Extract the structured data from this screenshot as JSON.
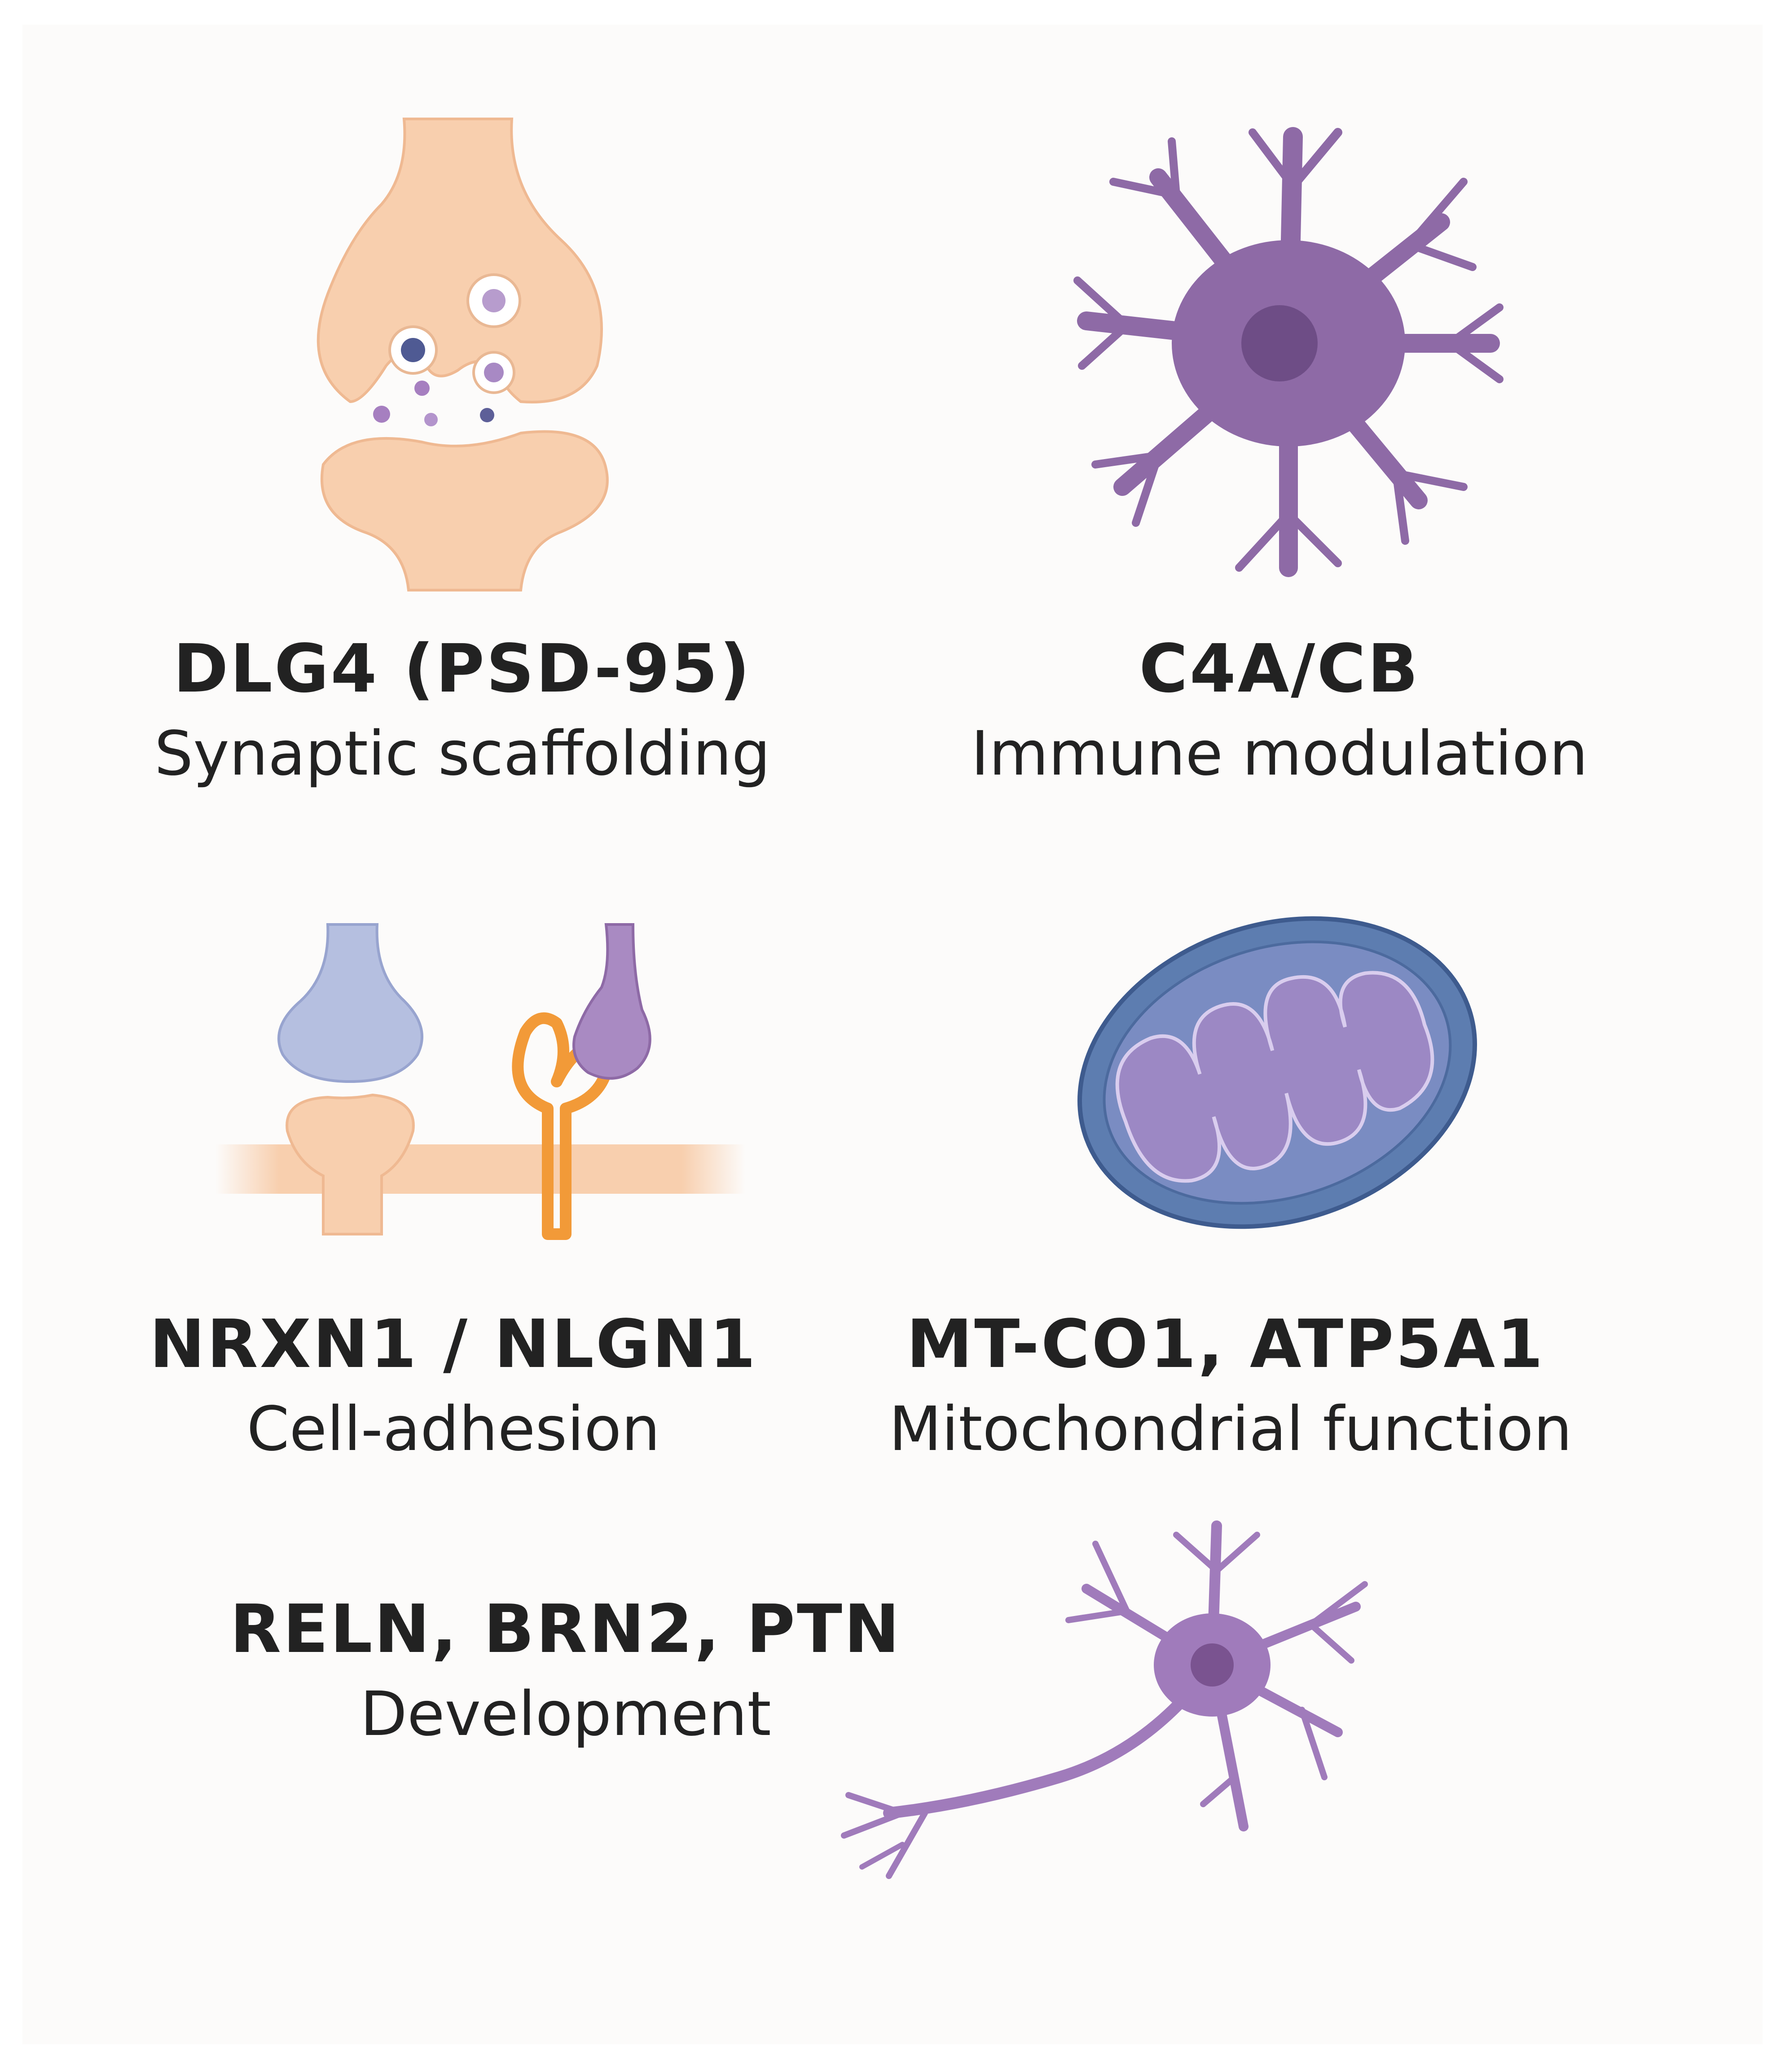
{
  "blocks": [
    {
      "id": "synapse",
      "title": "DLG4 (PSD-95)",
      "subtitle": "Synaptic scaffolding",
      "icon": "synapse-icon"
    },
    {
      "id": "astrocyte",
      "title": "C4A/CB",
      "subtitle": "Immune modulation",
      "icon": "glial-cell-icon"
    },
    {
      "id": "adhesion",
      "title": "NRXN1 / NLGN1",
      "subtitle": "Cell-adhesion",
      "icon": "cell-adhesion-icon"
    },
    {
      "id": "mitochondria",
      "title": "MT-CO1, ATP5A1",
      "subtitle": "Mitochondrial function",
      "icon": "mitochondrion-icon"
    },
    {
      "id": "development",
      "title": "RELN,  BRN2, PTN",
      "subtitle": "Development",
      "icon": "neuron-icon"
    }
  ],
  "colors": {
    "background": "#fcfbfa",
    "peach": "#f8cfae",
    "purple": "#8e6aa6",
    "purple_dark": "#6e4d86",
    "lavender": "#b5bfe0",
    "orange": "#f29a38",
    "mito_outer": "#5d7db0",
    "mito_inner": "#9c88c4",
    "text": "#222222"
  }
}
